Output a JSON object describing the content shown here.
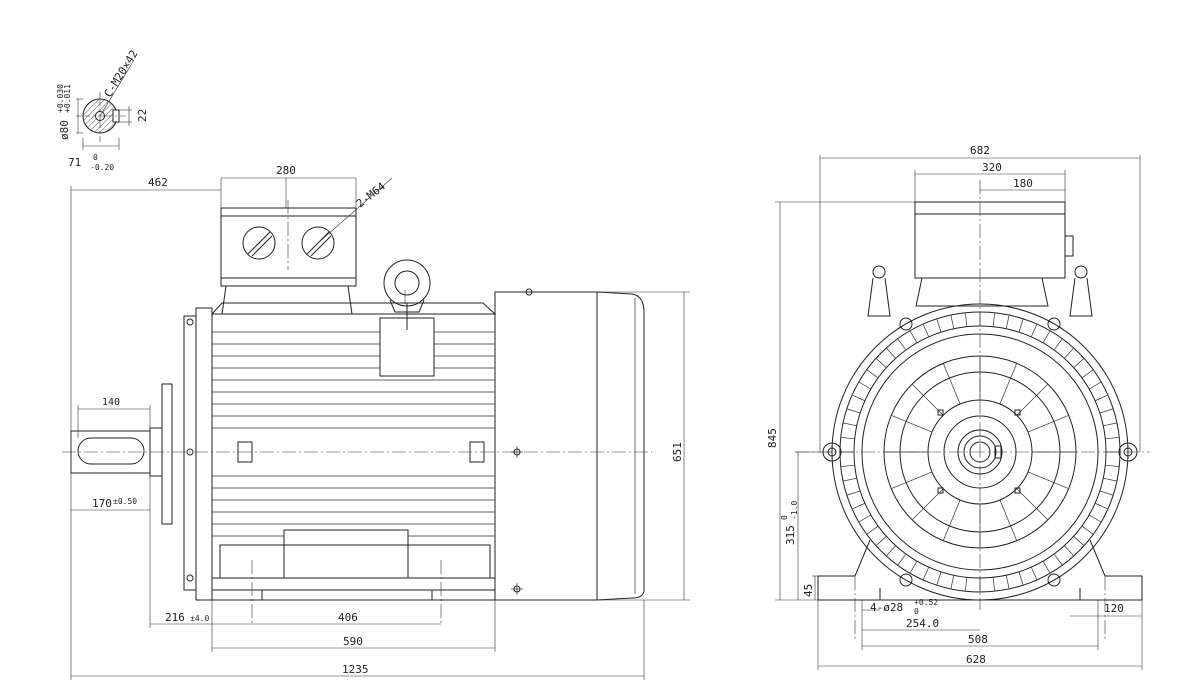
{
  "colors": {
    "line": "#222222",
    "background": "#ffffff"
  },
  "shaft_section": {
    "thread": "C-M20×42",
    "diameter": "ø80",
    "diameter_tol_upper": "+0.030",
    "diameter_tol_lower": "+0.011",
    "key_width": "22",
    "key_height": "71",
    "key_height_tol_upper": "0",
    "key_height_tol_lower": "-0.20"
  },
  "side_view": {
    "dim_462": "462",
    "dim_280": "280",
    "cable_entry": "2-M64",
    "dim_140": "140",
    "dim_170": "170",
    "dim_170_tol": "±0.50",
    "dim_651": "651",
    "dim_216": "216",
    "dim_216_tol": "±4.0",
    "dim_406": "406",
    "dim_590": "590",
    "dim_1235": "1235"
  },
  "end_view": {
    "dim_682": "682",
    "dim_320": "320",
    "dim_180": "180",
    "dim_845": "845",
    "dim_315": "315",
    "dim_315_tol_upper": "0",
    "dim_315_tol_lower": "-1.0",
    "dim_45": "45",
    "holes": "4-ø28",
    "holes_tol_upper": "+0.52",
    "holes_tol_lower": "0",
    "dim_254": "254.0",
    "dim_120": "120",
    "dim_508": "508",
    "dim_628": "628"
  }
}
